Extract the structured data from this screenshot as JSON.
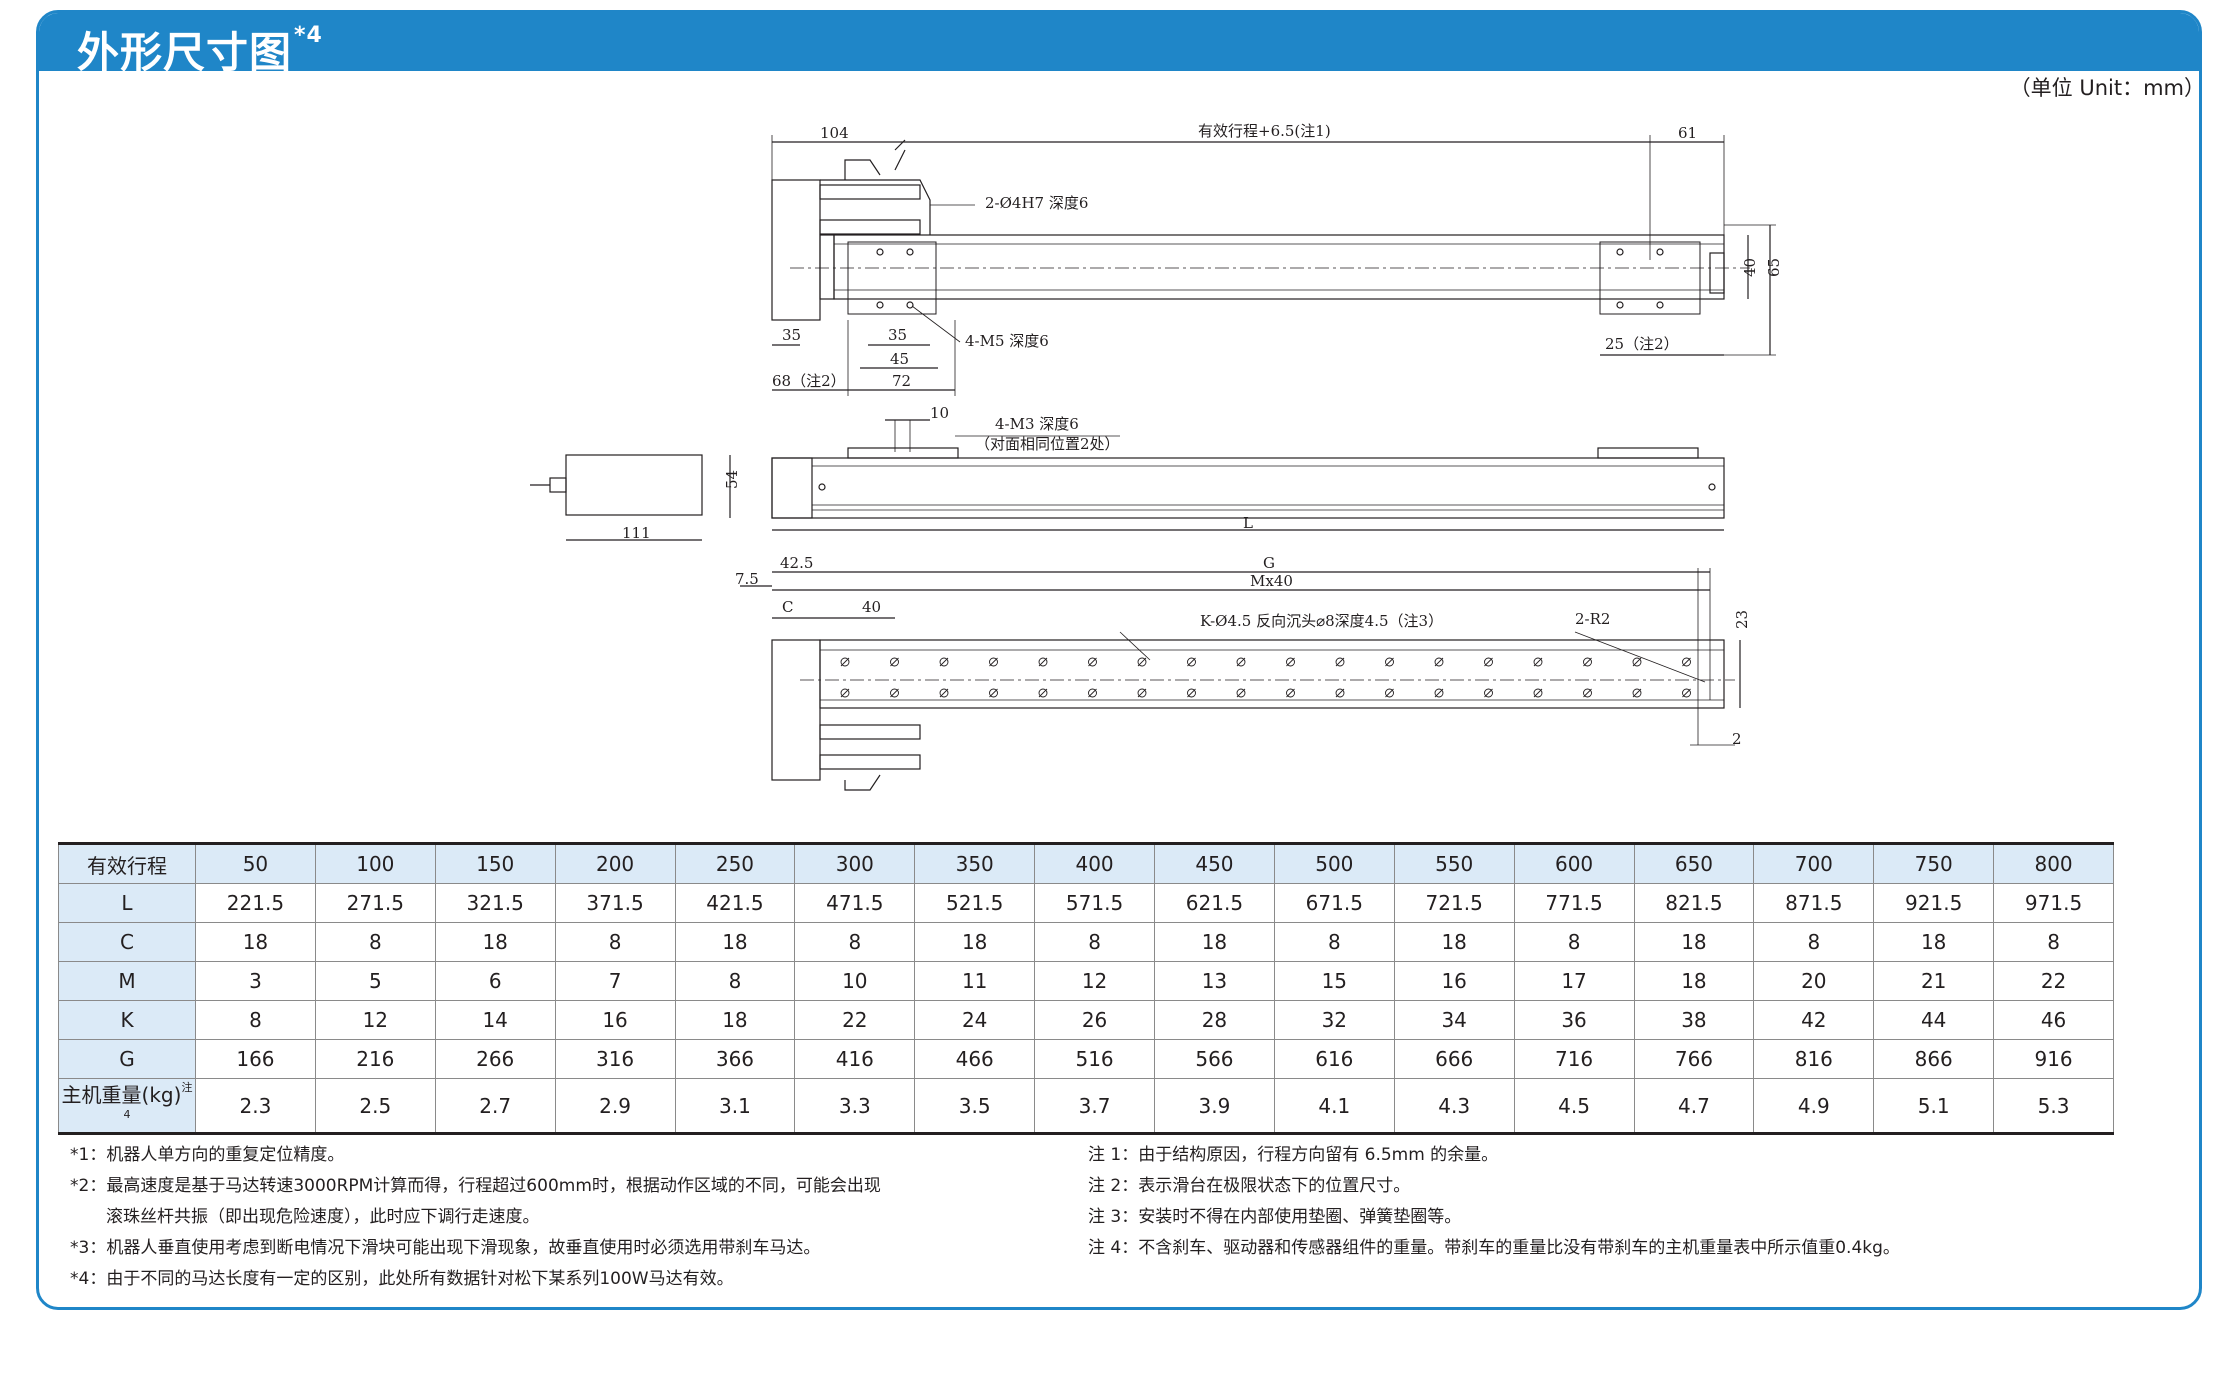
{
  "header": {
    "title": "外形尺寸图",
    "title_sup": "*4"
  },
  "unit": "（单位 Unit：mm）",
  "colors": {
    "accent": "#1f86c8",
    "table_header": "#dbeaf7"
  },
  "drawing": {
    "labels": {
      "d104": "104",
      "stroke_plus": "有效行程+6.5(注1)",
      "d61": "61",
      "hole1": "2-Ø4H7 深度6",
      "d40": "40",
      "d65": "65",
      "d35a": "35",
      "d35b": "35",
      "d45": "45",
      "m5": "4-M5 深度6",
      "d25": "25（注2）",
      "d68": "68（注2）",
      "d72": "72",
      "d10": "10",
      "m3": "4-M3 深度6",
      "m3b": "（对面相同位置2处）",
      "d54": "54",
      "d111": "111",
      "L": "L",
      "d42_5": "42.5",
      "d7_5": "7.5",
      "G": "G",
      "Mx40": "Mx40",
      "C": "C",
      "d40b": "40",
      "K": "K-Ø4.5 反向沉头⌀8深度4.5（注3）",
      "R2": "2-R2",
      "d23": "23",
      "d2": "2"
    }
  },
  "table": {
    "header_label": "有效行程",
    "strokes": [
      "50",
      "100",
      "150",
      "200",
      "250",
      "300",
      "350",
      "400",
      "450",
      "500",
      "550",
      "600",
      "650",
      "700",
      "750",
      "800"
    ],
    "rows": [
      {
        "label": "L",
        "values": [
          "221.5",
          "271.5",
          "321.5",
          "371.5",
          "421.5",
          "471.5",
          "521.5",
          "571.5",
          "621.5",
          "671.5",
          "721.5",
          "771.5",
          "821.5",
          "871.5",
          "921.5",
          "971.5"
        ]
      },
      {
        "label": "C",
        "values": [
          "18",
          "8",
          "18",
          "8",
          "18",
          "8",
          "18",
          "8",
          "18",
          "8",
          "18",
          "8",
          "18",
          "8",
          "18",
          "8"
        ]
      },
      {
        "label": "M",
        "values": [
          "3",
          "5",
          "6",
          "7",
          "8",
          "10",
          "11",
          "12",
          "13",
          "15",
          "16",
          "17",
          "18",
          "20",
          "21",
          "22"
        ]
      },
      {
        "label": "K",
        "values": [
          "8",
          "12",
          "14",
          "16",
          "18",
          "22",
          "24",
          "26",
          "28",
          "32",
          "34",
          "36",
          "38",
          "42",
          "44",
          "46"
        ]
      },
      {
        "label": "G",
        "values": [
          "166",
          "216",
          "266",
          "316",
          "366",
          "416",
          "466",
          "516",
          "566",
          "616",
          "666",
          "716",
          "766",
          "816",
          "866",
          "916"
        ]
      },
      {
        "label": "主机重量(kg)",
        "label_sup": "注4",
        "values": [
          "2.3",
          "2.5",
          "2.7",
          "2.9",
          "3.1",
          "3.3",
          "3.5",
          "3.7",
          "3.9",
          "4.1",
          "4.3",
          "4.5",
          "4.7",
          "4.9",
          "5.1",
          "5.3"
        ]
      }
    ]
  },
  "notes_left": [
    "*1：机器人单方向的重复定位精度。",
    "*2：最高速度是基于马达转速3000RPM计算而得，行程超过600mm时，根据动作区域的不同，可能会出现",
    "滚珠丝杆共振（即出现危险速度），此时应下调行走速度。",
    "*3：机器人垂直使用考虑到断电情况下滑块可能出现下滑现象，故垂直使用时必须选用带刹车马达。",
    "*4：由于不同的马达长度有一定的区别，此处所有数据针对松下某系列100W马达有效。"
  ],
  "notes_right": [
    "注 1：由于结构原因，行程方向留有 6.5mm 的余量。",
    "注 2：表示滑台在极限状态下的位置尺寸。",
    "注 3：安装时不得在内部使用垫圈、弹簧垫圈等。",
    "注 4：不含刹车、驱动器和传感器组件的重量。带刹车的重量比没有带刹车的主机重量表中所示值重0.4kg。"
  ]
}
